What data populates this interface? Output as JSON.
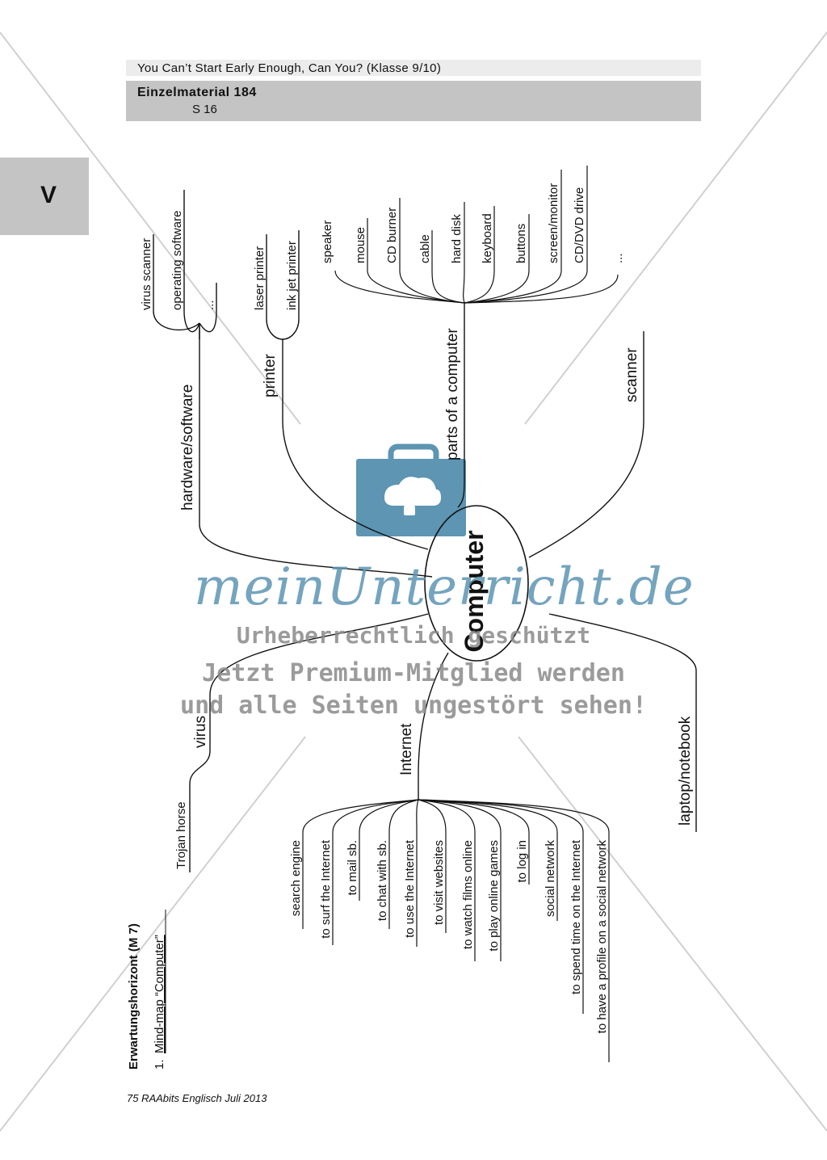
{
  "header": {
    "series_title": "You Can’t Start Early Enough, Can You? (Klasse 9/10)",
    "material_title": "Einzelmaterial 184",
    "page": "S 16"
  },
  "tab_letter": "V",
  "footer": "75 RAAbits Englisch Juli 2013",
  "section": {
    "title": "Erwartungshorizont (M 7)",
    "task_number": "1.",
    "task": "Mind-map “Computer”"
  },
  "mindmap": {
    "center": "Computer",
    "branches": {
      "hardware_software": {
        "label": "hardware/software",
        "leaves": [
          "virus scanner",
          "operating software",
          "..."
        ]
      },
      "printer": {
        "label": "printer",
        "leaves": [
          "laser printer",
          "ink jet printer"
        ]
      },
      "parts": {
        "label": "parts of a computer",
        "leaves": [
          "speaker",
          "mouse",
          "CD burner",
          "cable",
          "hard disk",
          "keyboard",
          "buttons",
          "screen/monitor",
          "CD/DVD drive",
          "..."
        ]
      },
      "scanner": {
        "label": "scanner"
      },
      "laptop": {
        "label": "laptop/notebook"
      },
      "virus": {
        "label": "virus",
        "leaves": [
          "Trojan horse"
        ]
      },
      "internet": {
        "label": "Internet",
        "leaves": [
          "search engine",
          "to surf the Internet",
          "to mail sb.",
          "to chat with sb.",
          "to use the Internet",
          "to visit websites",
          "to watch films online",
          "to play online games",
          "to log in",
          "social network",
          "to spend time on the Internet",
          "to have a profile on a social network"
        ]
      }
    }
  },
  "watermark": {
    "brand": "meinUnterricht.de",
    "line1": "Urheberrechtlich geschützt",
    "line2": "Jetzt Premium-Mitglied werden",
    "line3": "und alle Seiten ungestört sehen!",
    "color": "#5d95b3"
  }
}
